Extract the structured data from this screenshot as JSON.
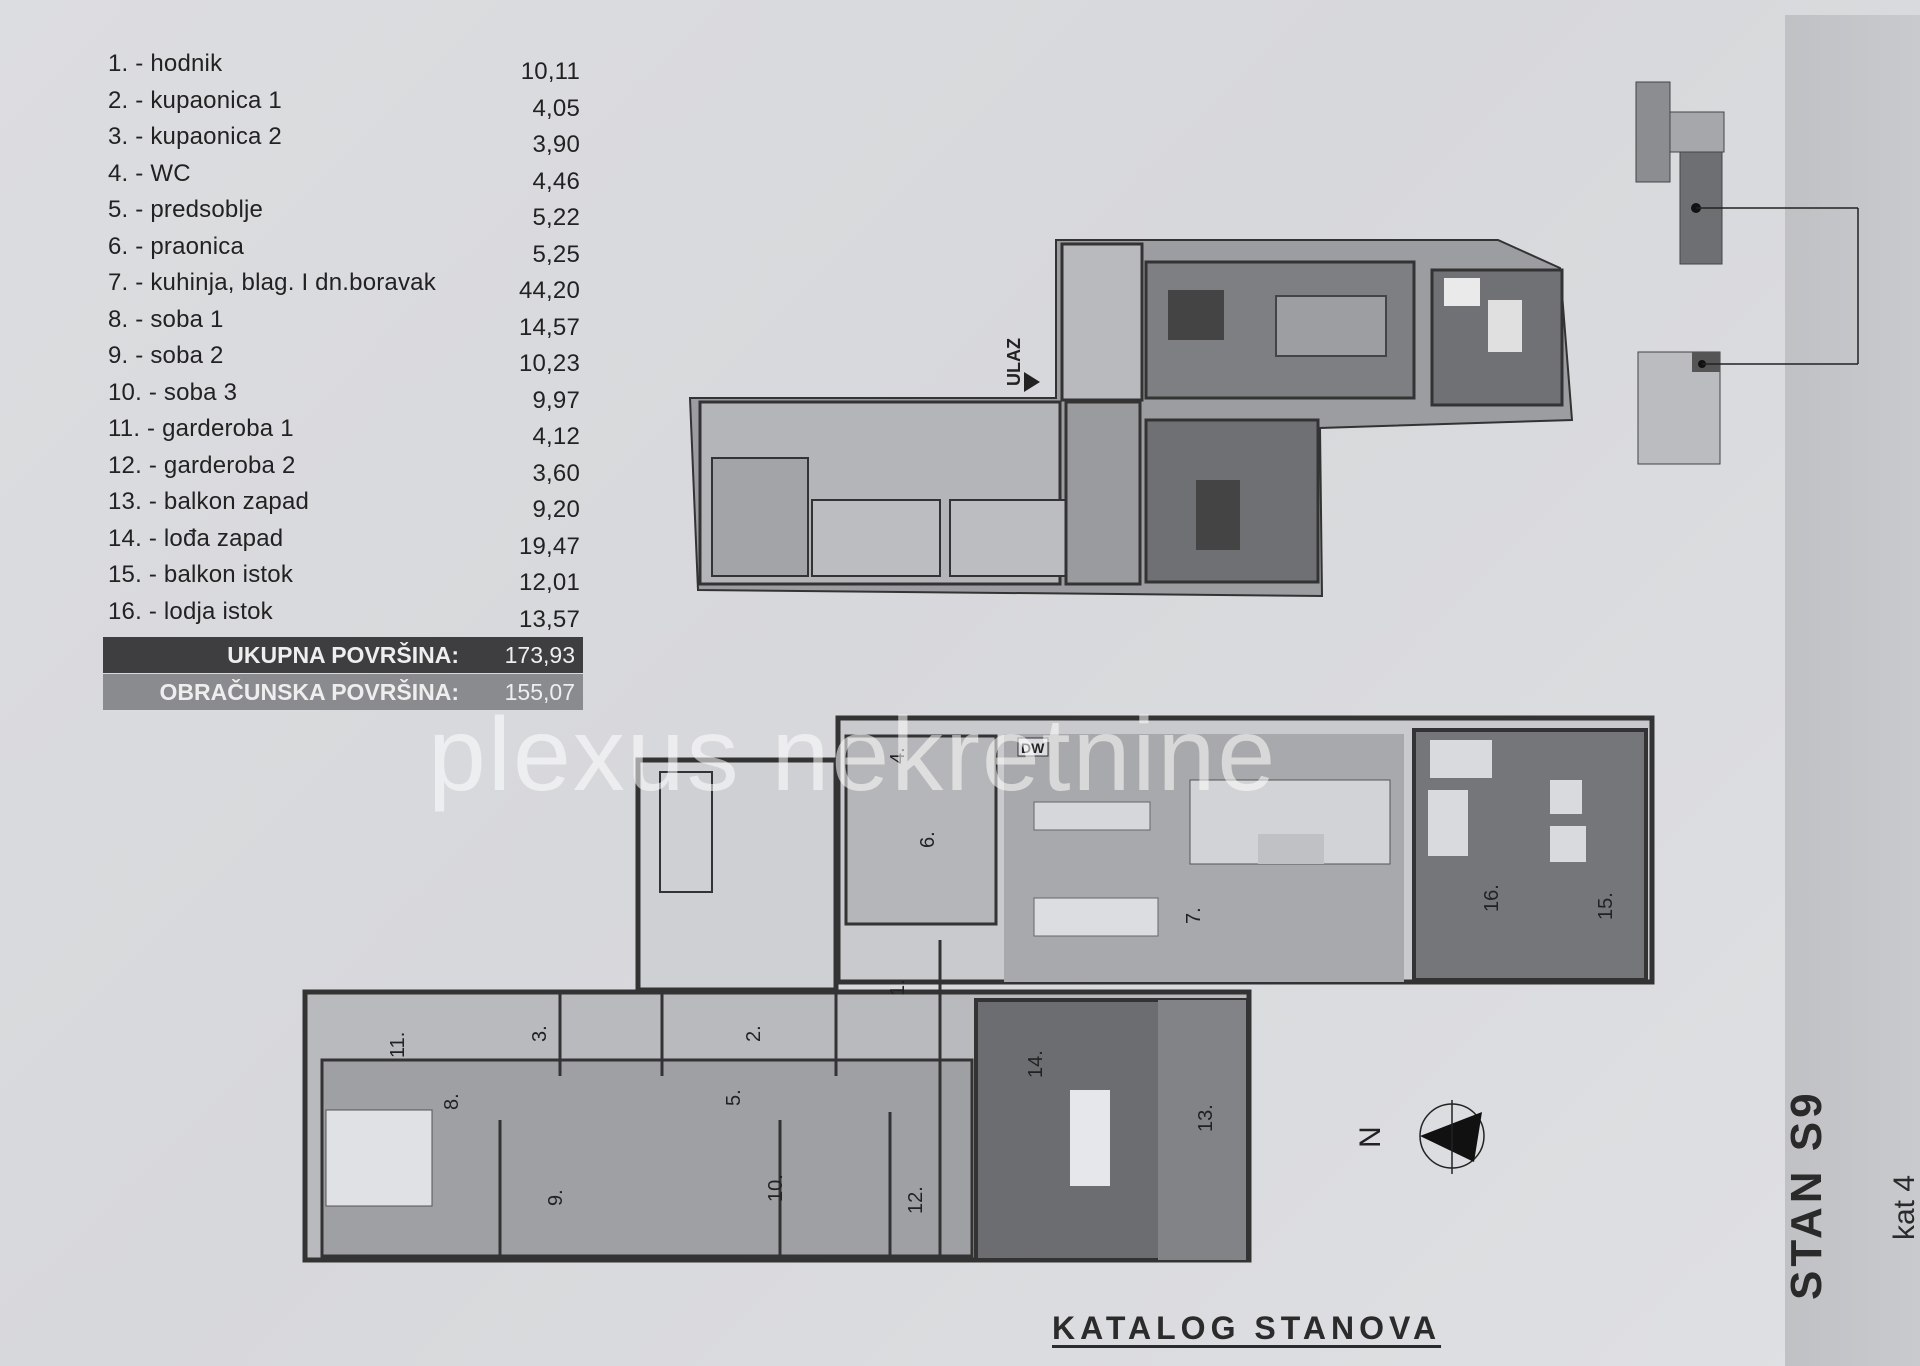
{
  "rooms": [
    {
      "label": "1. - hodnik",
      "area": "10,11"
    },
    {
      "label": "2. - kupaonica 1",
      "area": "4,05"
    },
    {
      "label": "3. - kupaonica 2",
      "area": "3,90"
    },
    {
      "label": "4. - WC",
      "area": "4,46"
    },
    {
      "label": "5. - predsoblje",
      "area": "5,22"
    },
    {
      "label": "6. - praonica",
      "area": "5,25"
    },
    {
      "label": "7. - kuhinja, blag. I dn.boravak",
      "area": "44,20"
    },
    {
      "label": "8. - soba 1",
      "area": "14,57"
    },
    {
      "label": "9. - soba 2",
      "area": "10,23"
    },
    {
      "label": "10. - soba 3",
      "area": "9,97"
    },
    {
      "label": "11. - garderoba 1",
      "area": "4,12"
    },
    {
      "label": "12. - garderoba 2",
      "area": "3,60"
    },
    {
      "label": "13. - balkon zapad",
      "area": "9,20"
    },
    {
      "label": "14. - lođa zapad",
      "area": "19,47"
    },
    {
      "label": "15. - balkon istok",
      "area": "12,01"
    },
    {
      "label": "16. - lodja istok",
      "area": "13,57"
    }
  ],
  "totals": {
    "ukupna_label": "UKUPNA POVRŠINA:",
    "ukupna_value": "173,93",
    "obracunska_label": "OBRAČUNSKA POVRŠINA:",
    "obracunska_value": "155,07"
  },
  "plan": {
    "entrance_label": "ULAZ",
    "dw_label": "DW",
    "north_label": "N",
    "room_numbers": [
      "1.",
      "2.",
      "3.",
      "4.",
      "5.",
      "6.",
      "7.",
      "8.",
      "9.",
      "10.",
      "11.",
      "12.",
      "13.",
      "14.",
      "15.",
      "16."
    ]
  },
  "side": {
    "title": "STAN S9",
    "floor": "kat 4"
  },
  "footer": {
    "catalog_title": "KATALOG STANOVA"
  },
  "watermark": "plexus nekretnine",
  "colors": {
    "paper": "#d9dadc",
    "wall": "#3a3a3a",
    "floor_dark": "#7f8083",
    "floor_light": "#c4c5c8",
    "total_dark": "#3e3e40",
    "total_mid": "#8a8b8e"
  }
}
